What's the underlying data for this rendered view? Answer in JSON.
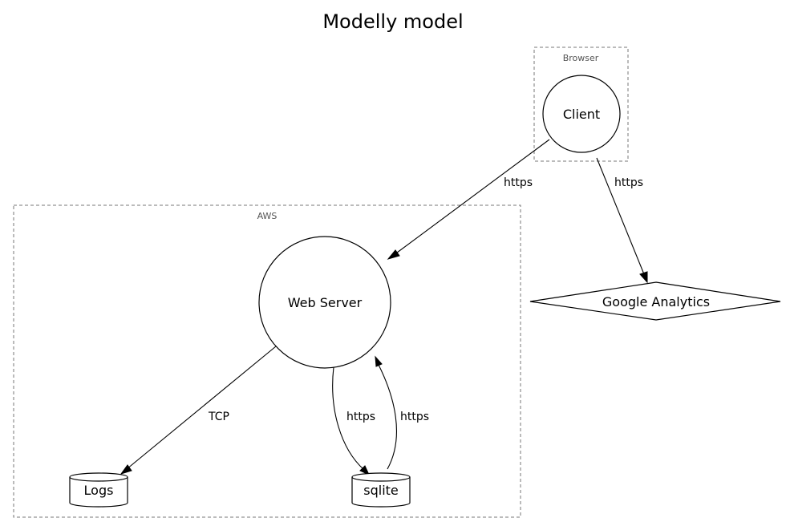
{
  "diagram": {
    "title": "Modelly model",
    "clusters": {
      "browser": {
        "label": "Browser"
      },
      "aws": {
        "label": "AWS"
      }
    },
    "nodes": {
      "client": {
        "label": "Client",
        "shape": "circle"
      },
      "web_server": {
        "label": "Web Server",
        "shape": "circle"
      },
      "google_analytics": {
        "label": "Google Analytics",
        "shape": "diamond"
      },
      "logs": {
        "label": "Logs",
        "shape": "cylinder"
      },
      "sqlite": {
        "label": "sqlite",
        "shape": "cylinder"
      }
    },
    "edges": {
      "client_to_web_server": {
        "from": "Client",
        "to": "Web Server",
        "label": "https"
      },
      "client_to_google_analytics": {
        "from": "Client",
        "to": "Google Analytics",
        "label": "https"
      },
      "web_server_to_logs": {
        "from": "Web Server",
        "to": "Logs",
        "label": "TCP"
      },
      "web_server_to_sqlite": {
        "from": "Web Server",
        "to": "sqlite",
        "label": "https"
      },
      "sqlite_to_web_server": {
        "from": "sqlite",
        "to": "Web Server",
        "label": "https"
      }
    }
  }
}
